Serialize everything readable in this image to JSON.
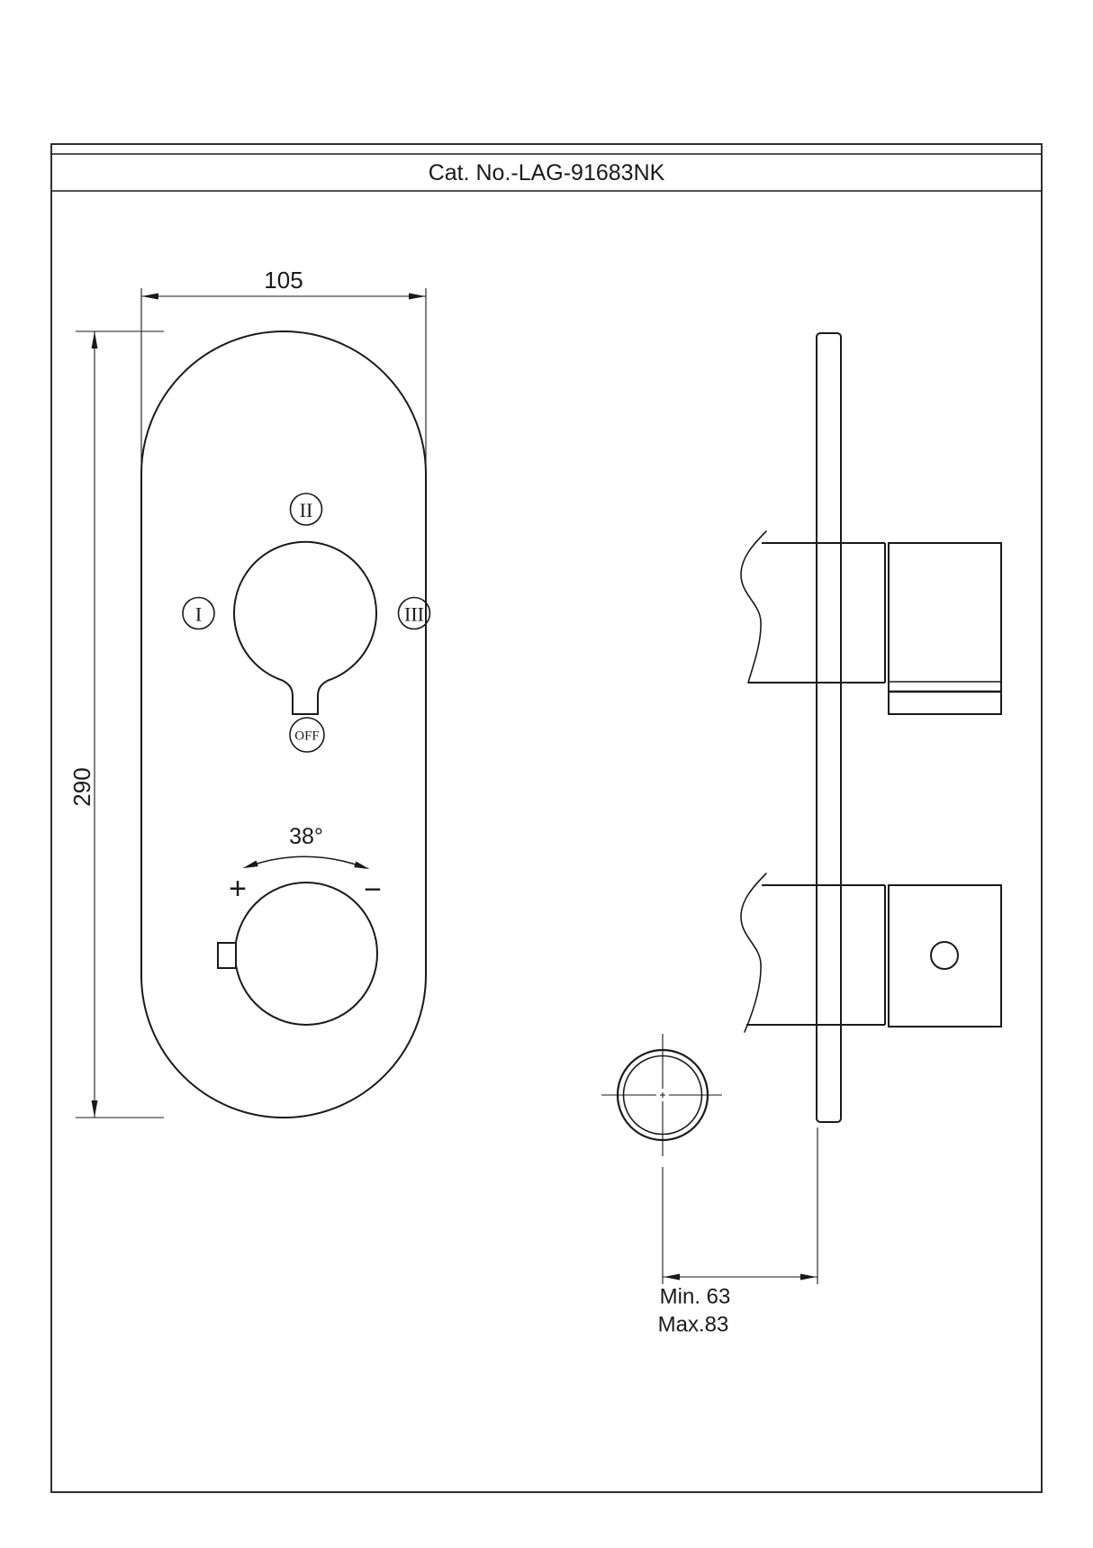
{
  "title_block": {
    "catalog_number": "Cat. No.-LAG-91683NK"
  },
  "front_view": {
    "width_dimension": "105",
    "height_dimension": "290",
    "diverter": {
      "position_left": "I",
      "position_top": "II",
      "position_right": "III",
      "off_label": "OFF"
    },
    "temperature": {
      "angle_label": "38°",
      "increase_label": "+",
      "decrease_label": "−"
    }
  },
  "installation_dimension": {
    "min_label": "Min. 63",
    "max_label": "Max.83"
  },
  "colors": {
    "line": "#1a1a1a",
    "background": "#ffffff"
  }
}
